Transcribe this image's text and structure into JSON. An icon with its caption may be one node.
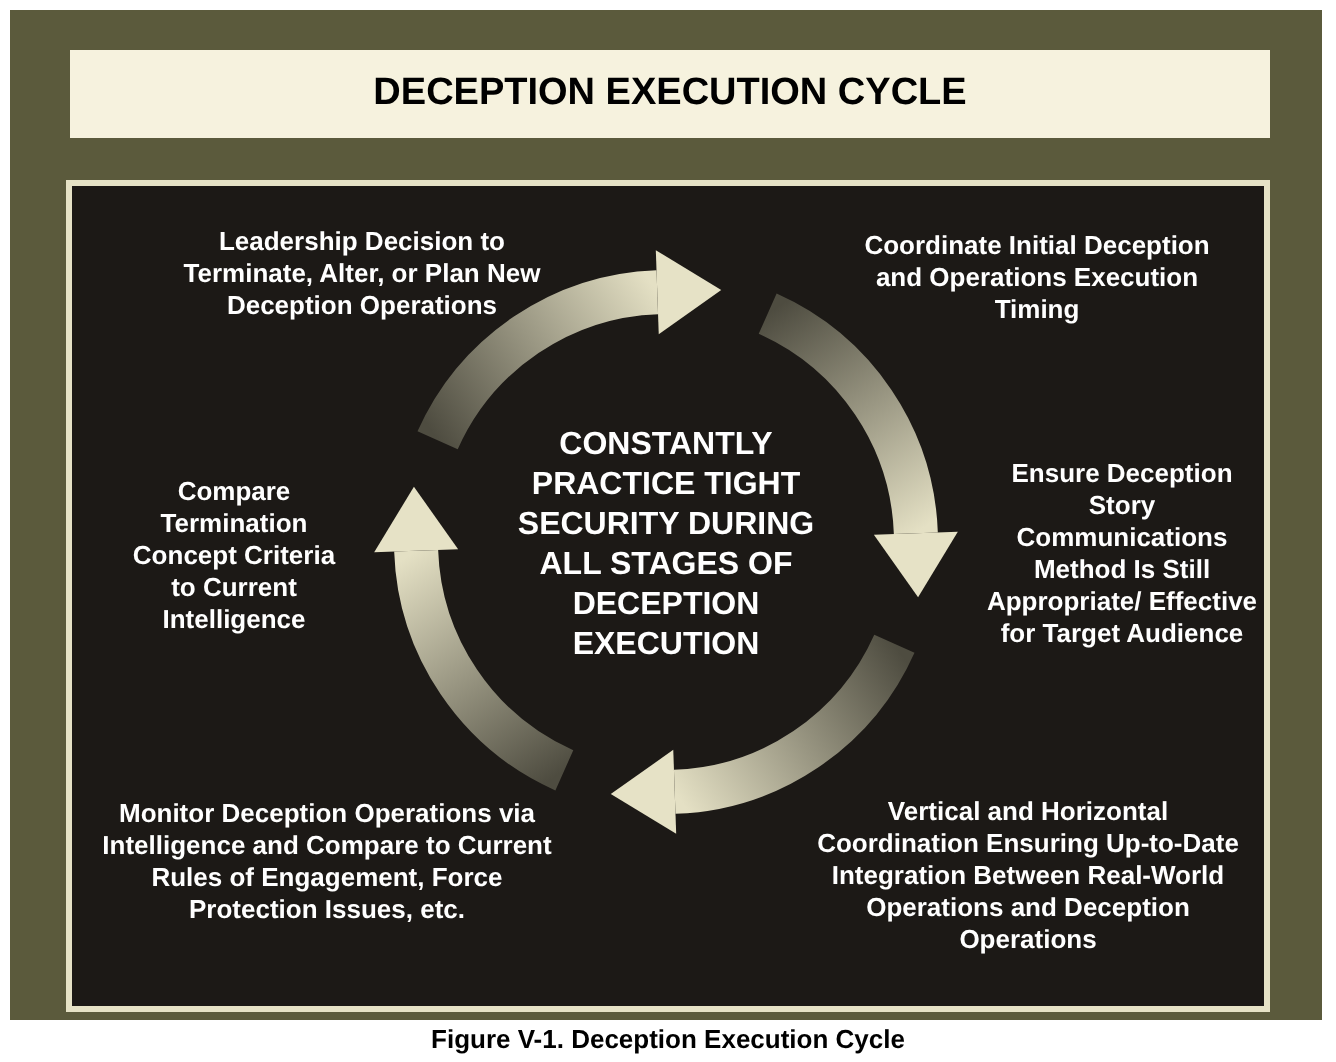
{
  "diagram": {
    "title": "DECEPTION EXECUTION CYCLE",
    "caption": "Figure V-1.  Deception Execution Cycle",
    "nodes": [
      {
        "text": [],
        "shape": "box"
      },
      {
        "text": [
          "Leadership Decision to Terminate, Alter, or Plan New Deception Operations"
        ],
        "in": 0
      },
      {
        "text": [
          "Coordinate Initial Deception and Operations Execution Timing"
        ],
        "in": 0
      },
      {
        "text": [
          "Compare Termination Concept Criteria to Current Intelligence"
        ],
        "in": 0
      },
      {
        "text": [
          "CONSTANTLY PRACTICE TIGHT SECURITY DURING ALL STAGES OF DECEPTION EXECUTION"
        ],
        "in": 0
      },
      {
        "text": [
          "Ensure Deception Story Communications Method Is Still Appropriate/ Effective for Target Audience"
        ],
        "in": 0
      },
      {
        "text": [
          "Monitor Deception Operations via Intelligence and Compare to Current Rules of Engagement, Force Protection Issues, etc."
        ],
        "in": 0
      },
      {
        "text": [
          "Vertical and Horizontal Coordination Ensuring Up-to-Date Integration Between Real-World Operations and Deception Operations"
        ],
        "in": 0
      }
    ],
    "edges": []
  }
}
